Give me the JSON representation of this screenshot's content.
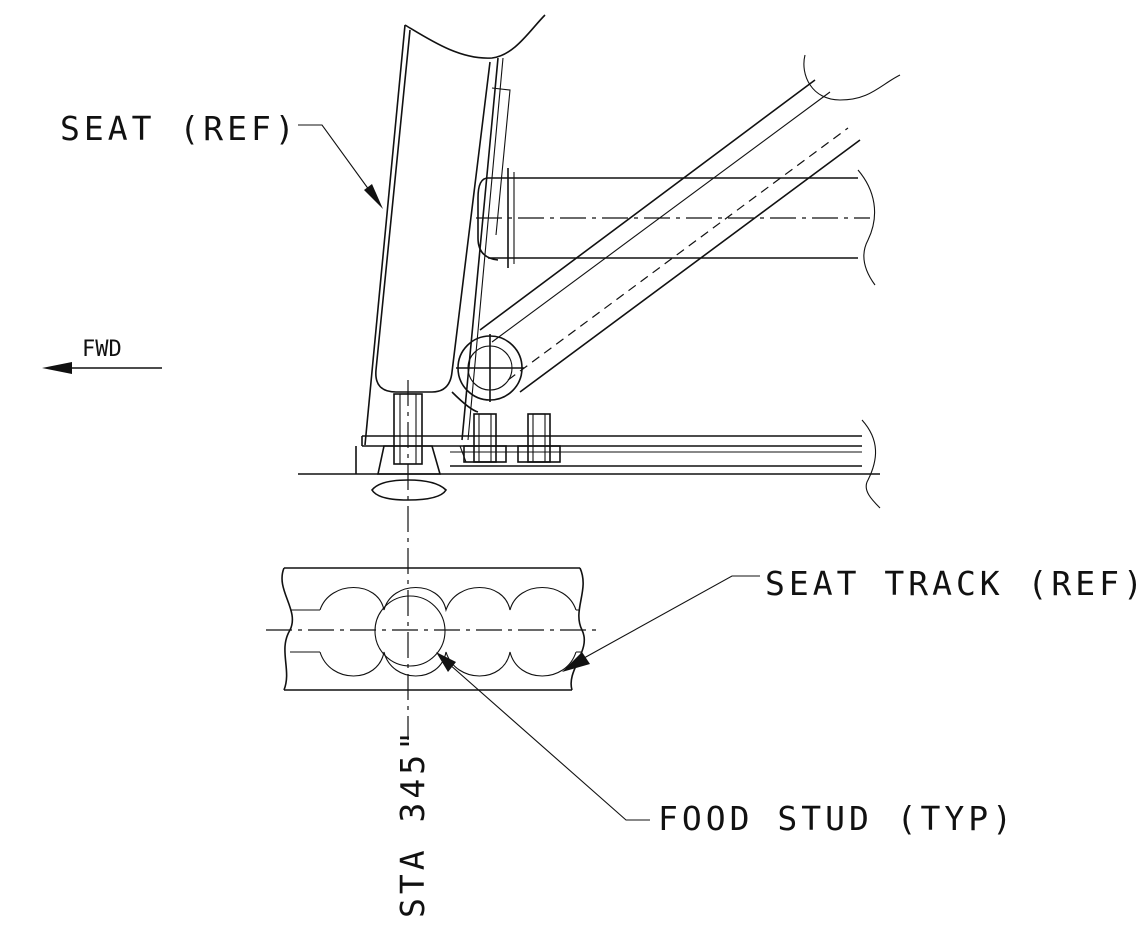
{
  "labels": {
    "seat": "SEAT (REF)",
    "fwd": "FWD",
    "seat_track": "SEAT TRACK (REF)",
    "food_stud": "FOOD STUD (TYP)",
    "station": "STA 345\""
  }
}
